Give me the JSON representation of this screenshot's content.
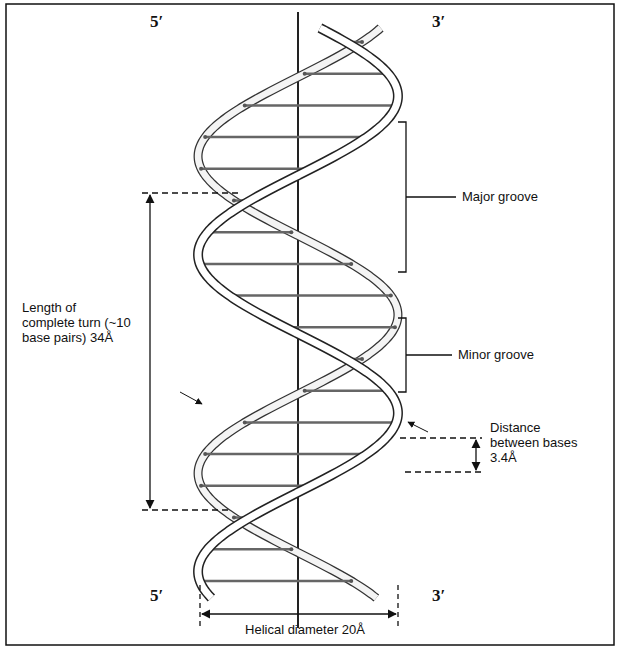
{
  "diagram": {
    "labels": [
      "5′",
      "3′",
      "Major groove",
      "Length of complete turn (~10 base pairs) 34Å",
      "Minor groove",
      "Distance between bases 3.4Å",
      "5′",
      "3′",
      "Helical diameter 20Å"
    ]
  }
}
